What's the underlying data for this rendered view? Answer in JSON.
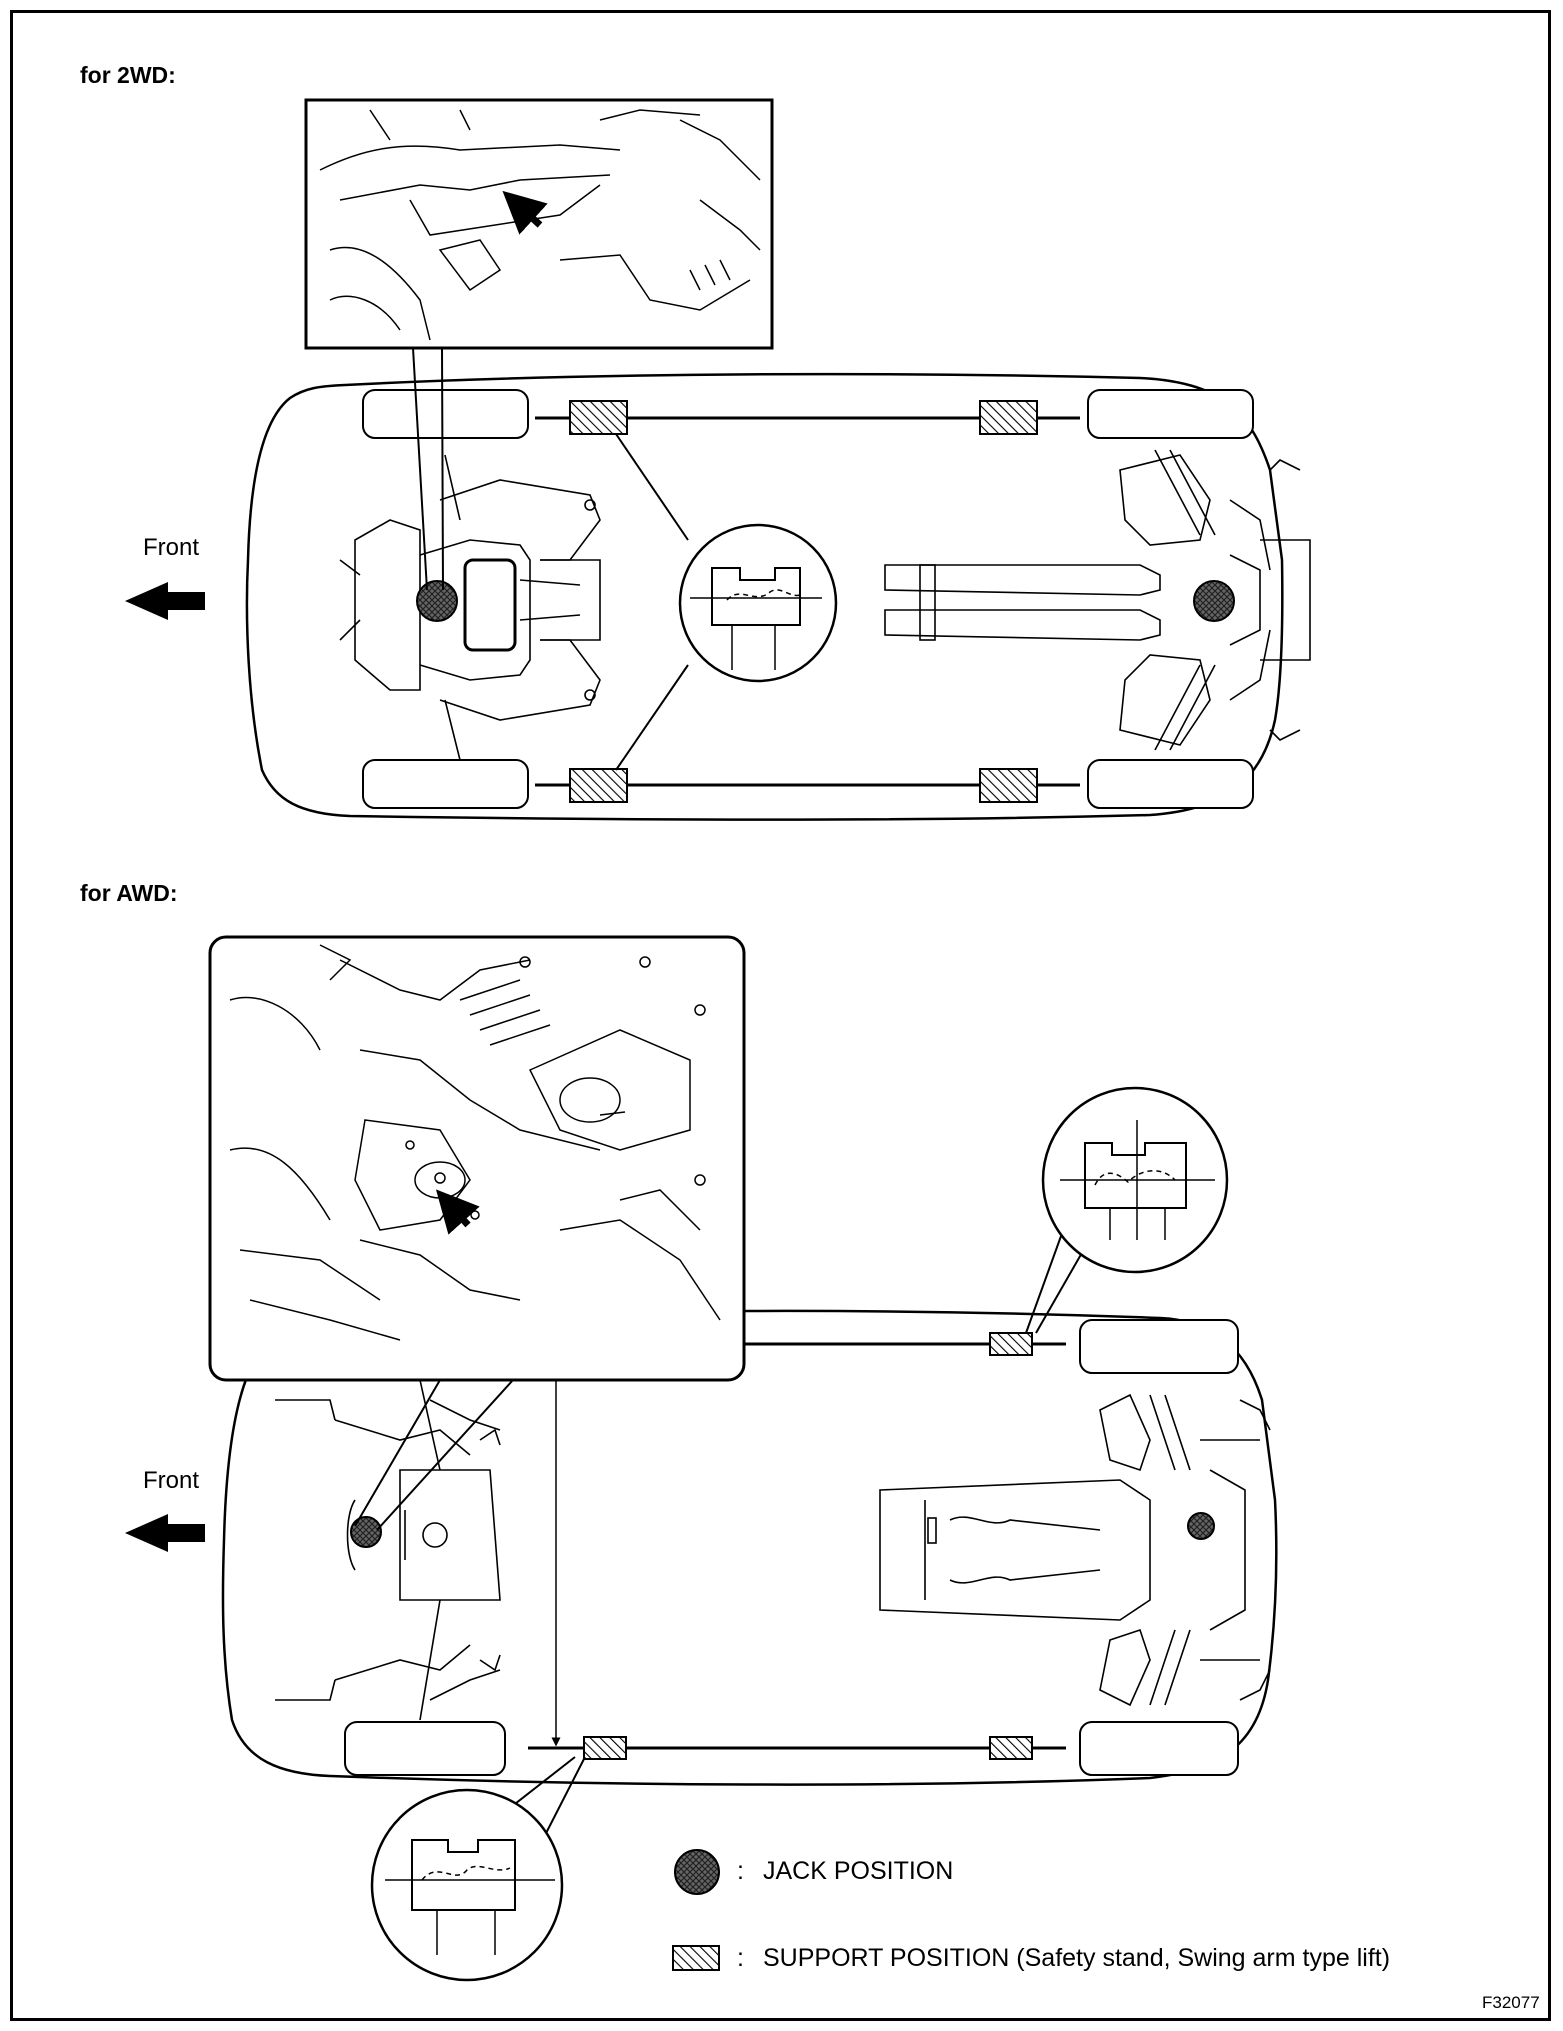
{
  "sections": {
    "twowd": {
      "label": "for 2WD:"
    },
    "awd": {
      "label": "for AWD:"
    }
  },
  "front_label": "Front",
  "legend": {
    "jack": {
      "separator": ":",
      "text": "JACK POSITION",
      "icon": "crosshatched-circle"
    },
    "support": {
      "separator": ":",
      "text": "SUPPORT POSITION (Safety stand, Swing arm type lift)",
      "icon": "hatched-rectangle"
    }
  },
  "figure_code": "F32077",
  "colors": {
    "ink": "#000000",
    "jack_fill": "#555555",
    "paper": "#ffffff"
  }
}
